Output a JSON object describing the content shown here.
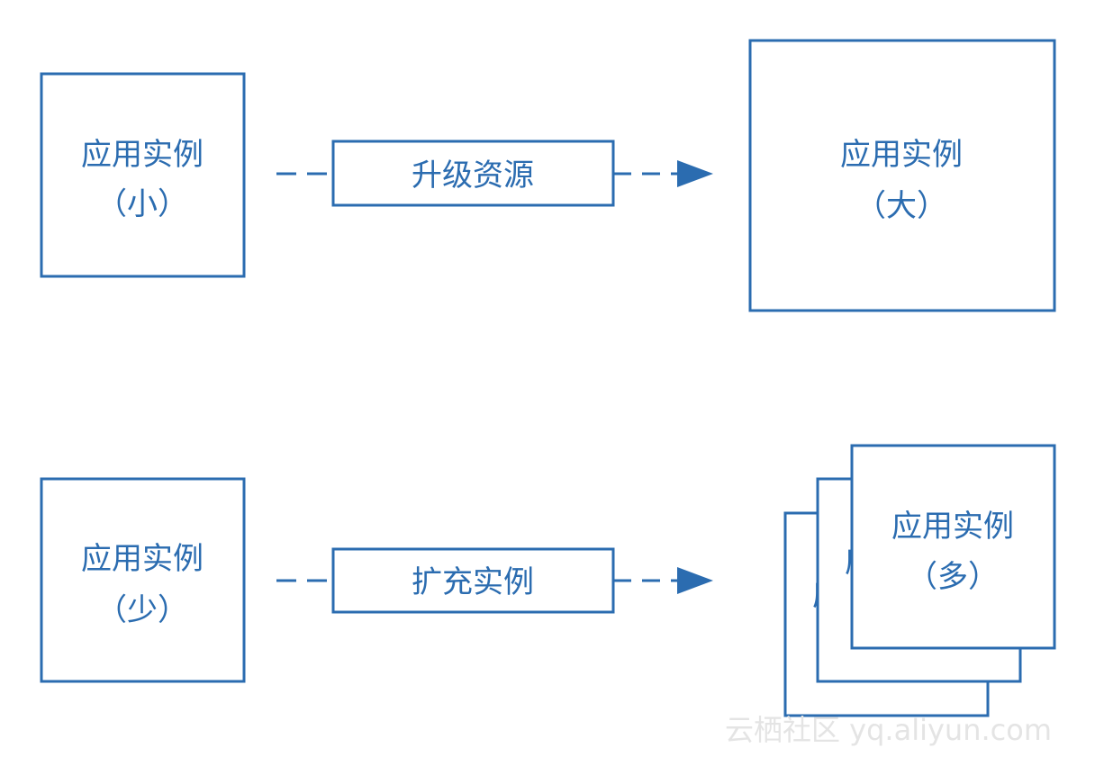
{
  "colors": {
    "primary": "#2b6cb0",
    "background": "#ffffff",
    "watermark": "#e4e4e4"
  },
  "top_row": {
    "source": {
      "line1": "应用实例",
      "line2": "（小）"
    },
    "action": "升级资源",
    "target": {
      "line1": "应用实例",
      "line2": "（大）"
    }
  },
  "bottom_row": {
    "source": {
      "line1": "应用实例",
      "line2": "（少）"
    },
    "action": "扩充实例",
    "target": {
      "line1": "应用实例",
      "line2": "（多）"
    }
  },
  "watermark": "云栖社区 yq.aliyun.com"
}
